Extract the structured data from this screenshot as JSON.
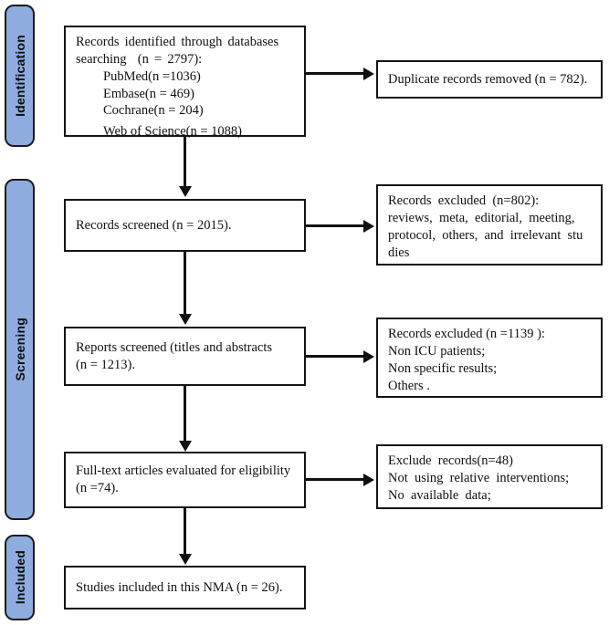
{
  "diagram": {
    "title": "PRISMA study selection flow diagram",
    "type": "prisma-flowchart",
    "accent_color": "#8FACDF",
    "line_color": "#101010"
  },
  "phases": [
    {
      "id": "identification",
      "label": "Identification"
    },
    {
      "id": "screening",
      "label": "Screening"
    },
    {
      "id": "included",
      "label": "Included"
    }
  ],
  "boxes": {
    "identified": {
      "name": "records-identified",
      "lines": [
        "Records identified through databases",
        "searching  (n = 2797):",
        "PubMed(n =1036)",
        "Embase(n = 469)",
        "Cochrane(n = 204)",
        "Web of Science(n = 1088)"
      ]
    },
    "duplicates_removed": {
      "name": "duplicate-records-removed",
      "lines": [
        "Duplicate records removed (n = 782)."
      ]
    },
    "records_screened": {
      "name": "records-screened",
      "lines": [
        "Records screened (n = 2015)."
      ]
    },
    "records_excluded_1": {
      "name": "records-excluded-screening",
      "lines": [
        "Records  excluded  (n=802):",
        "reviews,  meta,  editorial,  meeting,",
        "protocol,  others,  and  irrelevant  stu",
        "dies"
      ]
    },
    "reports_screened": {
      "name": "reports-screened",
      "lines": [
        "Reports screened (titles and abstracts",
        "(n = 1213)."
      ]
    },
    "records_excluded_2": {
      "name": "records-excluded-titles-abstracts",
      "lines": [
        "Records excluded (n =1139 ):",
        "Non ICU patients;",
        "Non specific results;",
        "Others ."
      ]
    },
    "fulltext_assessed": {
      "name": "full-text-articles-assessed",
      "lines": [
        "Full-text articles evaluated for eligibility",
        "(n =74)."
      ]
    },
    "records_excluded_3": {
      "name": "exclude-records-fulltext",
      "lines": [
        "Exclude  records(n=48)",
        "Not  using  relative  interventions;",
        "No  available  data;"
      ]
    },
    "studies_included": {
      "name": "studies-included-nma",
      "lines": [
        "Studies included in this NMA (n = 26)."
      ]
    }
  },
  "counts": {
    "identified_total": 2797,
    "pubmed": 1036,
    "embase": 469,
    "cochrane": 204,
    "web_of_science": 1088,
    "duplicates_removed": 782,
    "records_screened": 2015,
    "records_excluded_screening": 802,
    "reports_screened": 1213,
    "records_excluded_titles_abstracts": 1139,
    "fulltext_assessed": 74,
    "excluded_fulltext": 48,
    "studies_included": 26
  }
}
